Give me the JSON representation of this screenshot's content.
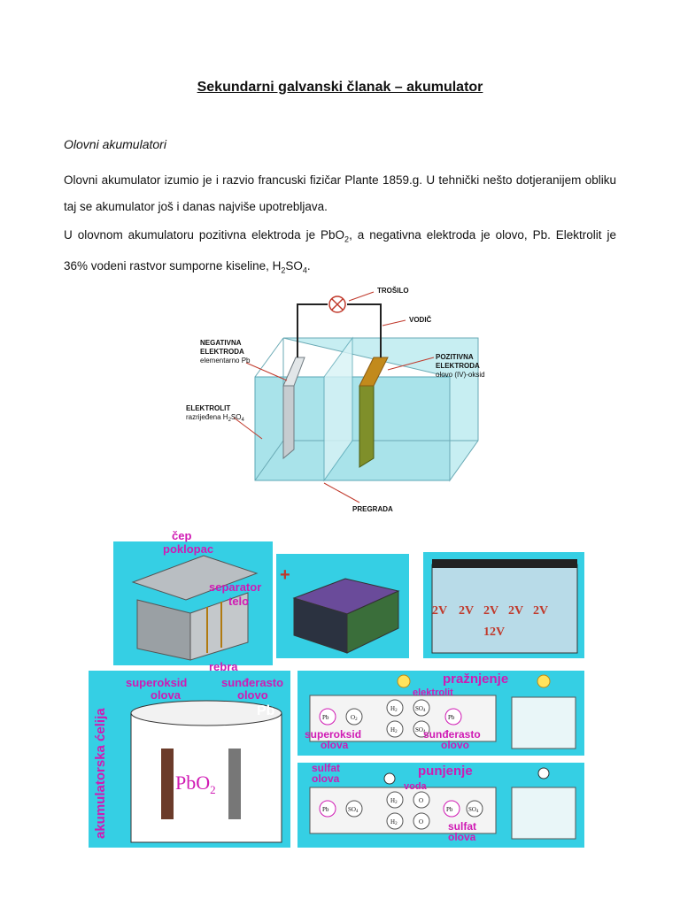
{
  "document": {
    "title": "Sekundarni galvanski članak – akumulator",
    "section_title": "Olovni akumulatori",
    "paragraph1": "Olovni akumulator izumio je i razvio francuski fizičar Plante 1859.g. U tehnički nešto dotjeranijem obliku taj se akumulator još i danas najviše upotrebljava.",
    "paragraph2_a": "U olovnom akumulatoru pozitivna elektroda je PbO",
    "paragraph2_sub1": "2",
    "paragraph2_b": ", a negativna elektroda je  olovo, Pb. Elektrolit je 36% vodeni rastvor sumporne kiseline, H",
    "paragraph2_sub2": "2",
    "paragraph2_c": "SO",
    "paragraph2_sub3": "4",
    "paragraph2_d": "."
  },
  "diagram": {
    "trosilo": "TROŠILO",
    "vodic": "VODIČ",
    "neg_1": "NEGATIVNA",
    "neg_2": "ELEKTRODA",
    "neg_3": "elementarno Pb",
    "pos_1": "POZITIVNA",
    "pos_2": "ELEKTRODA",
    "pos_3": "olovo (IV)-oksid",
    "elektrolit_1": "ELEKTROLIT",
    "elektrolit_2": "razrijeđena H",
    "elektrolit_sub1": "2",
    "elektrolit_3": "SO",
    "elektrolit_sub2": "4",
    "pregrada": "PREGRADA"
  },
  "photos": {
    "cep": "čep",
    "poklopac": "poklopac",
    "separator": "separator",
    "telo": "telo",
    "rebra": "rebra",
    "plus": "+",
    "v1": "2V",
    "v2": "2V",
    "v3": "2V",
    "v4": "2V",
    "v5": "2V",
    "v12": "12V",
    "akum": "akumulatorska ćelija",
    "superoksid": "superoksid",
    "sunderasto": "sunđerasto",
    "olova": "olova",
    "olovo": "olovo",
    "pb_label": "Pb",
    "pbo2": "PbO",
    "pbo2_sub": "2",
    "praznjenje": "pražnjenje",
    "elektrolit": "elektrolit",
    "superoksid2": "superoksid",
    "olova2": "olova",
    "sunderasto2": "sunđerasto",
    "olovo2": "olovo",
    "punjenje": "punjenje",
    "sulfat": "sulfat",
    "olova3": "olova",
    "voda": "voda",
    "sulfat2": "sulfat",
    "olova4": "olova",
    "m_pb": "Pb",
    "m_o": "O",
    "m_h": "H",
    "m_so4": "SO",
    "m_sub2": "2",
    "m_sub4": "4"
  },
  "colors": {
    "electrolyte": "#a9e3ea",
    "positive_plate": "#7f8f2a",
    "negative_plate": "#c6ccd0",
    "cyan_panel": "#2ed3e6",
    "magenta_label": "#d01ab4"
  }
}
